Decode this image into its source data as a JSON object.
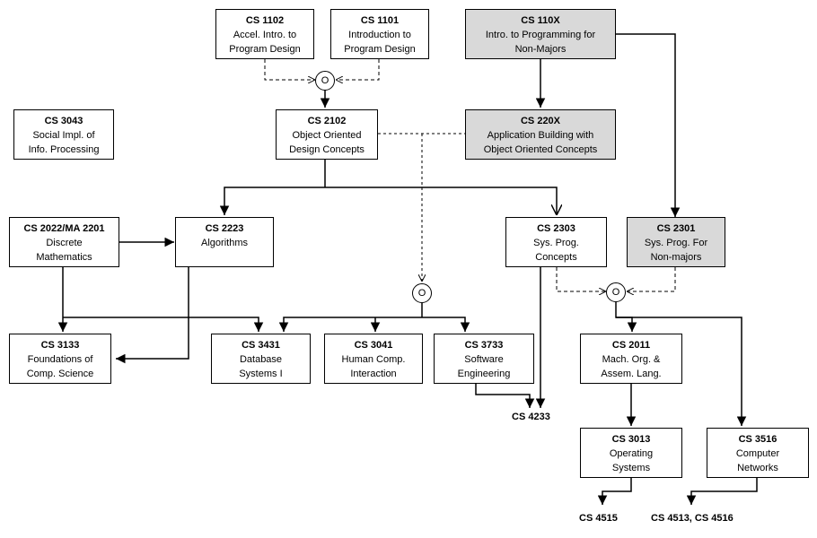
{
  "courses": {
    "cs1102": {
      "code": "CS 1102",
      "l1": "Accel. Intro.  to",
      "l2": "Program Design"
    },
    "cs1101": {
      "code": "CS 1101",
      "l1": "Introduction to",
      "l2": "Program Design"
    },
    "cs110x": {
      "code": "CS 110X",
      "l1": "Intro. to Programming for",
      "l2": "Non-Majors"
    },
    "cs3043": {
      "code": "CS 3043",
      "l1": "Social Impl. of",
      "l2": "Info. Processing"
    },
    "cs2102": {
      "code": "CS 2102",
      "l1": "Object Oriented",
      "l2": "Design Concepts"
    },
    "cs220x": {
      "code": "CS 220X",
      "l1": "Application Building with",
      "l2": "Object Oriented Concepts"
    },
    "cs2022": {
      "code": "CS 2022/MA 2201",
      "l1": "Discrete",
      "l2": "Mathematics"
    },
    "cs2223": {
      "code": "CS 2223",
      "l1": "Algorithms",
      "l2": ""
    },
    "cs2303": {
      "code": "CS 2303",
      "l1": "Sys. Prog.",
      "l2": "Concepts"
    },
    "cs2301": {
      "code": "CS 2301",
      "l1": "Sys. Prog. For",
      "l2": "Non-majors"
    },
    "cs3133": {
      "code": "CS 3133",
      "l1": "Foundations of",
      "l2": "Comp. Science"
    },
    "cs3431": {
      "code": "CS 3431",
      "l1": "Database",
      "l2": "Systems I"
    },
    "cs3041": {
      "code": "CS 3041",
      "l1": "Human Comp.",
      "l2": "Interaction"
    },
    "cs3733": {
      "code": "CS 3733",
      "l1": "Software",
      "l2": "Engineering"
    },
    "cs2011": {
      "code": "CS 2011",
      "l1": "Mach. Org. &",
      "l2": "Assem. Lang."
    },
    "cs3013": {
      "code": "CS 3013",
      "l1": "Operating",
      "l2": "Systems"
    },
    "cs3516": {
      "code": "CS 3516",
      "l1": "Computer",
      "l2": "Networks"
    }
  },
  "terminals": {
    "cs4233": "CS 4233",
    "cs4515": "CS 4515",
    "cs4513": "CS 4513, CS 4516"
  },
  "or_symbol": "O",
  "gray_fill": "#d9d9d9"
}
